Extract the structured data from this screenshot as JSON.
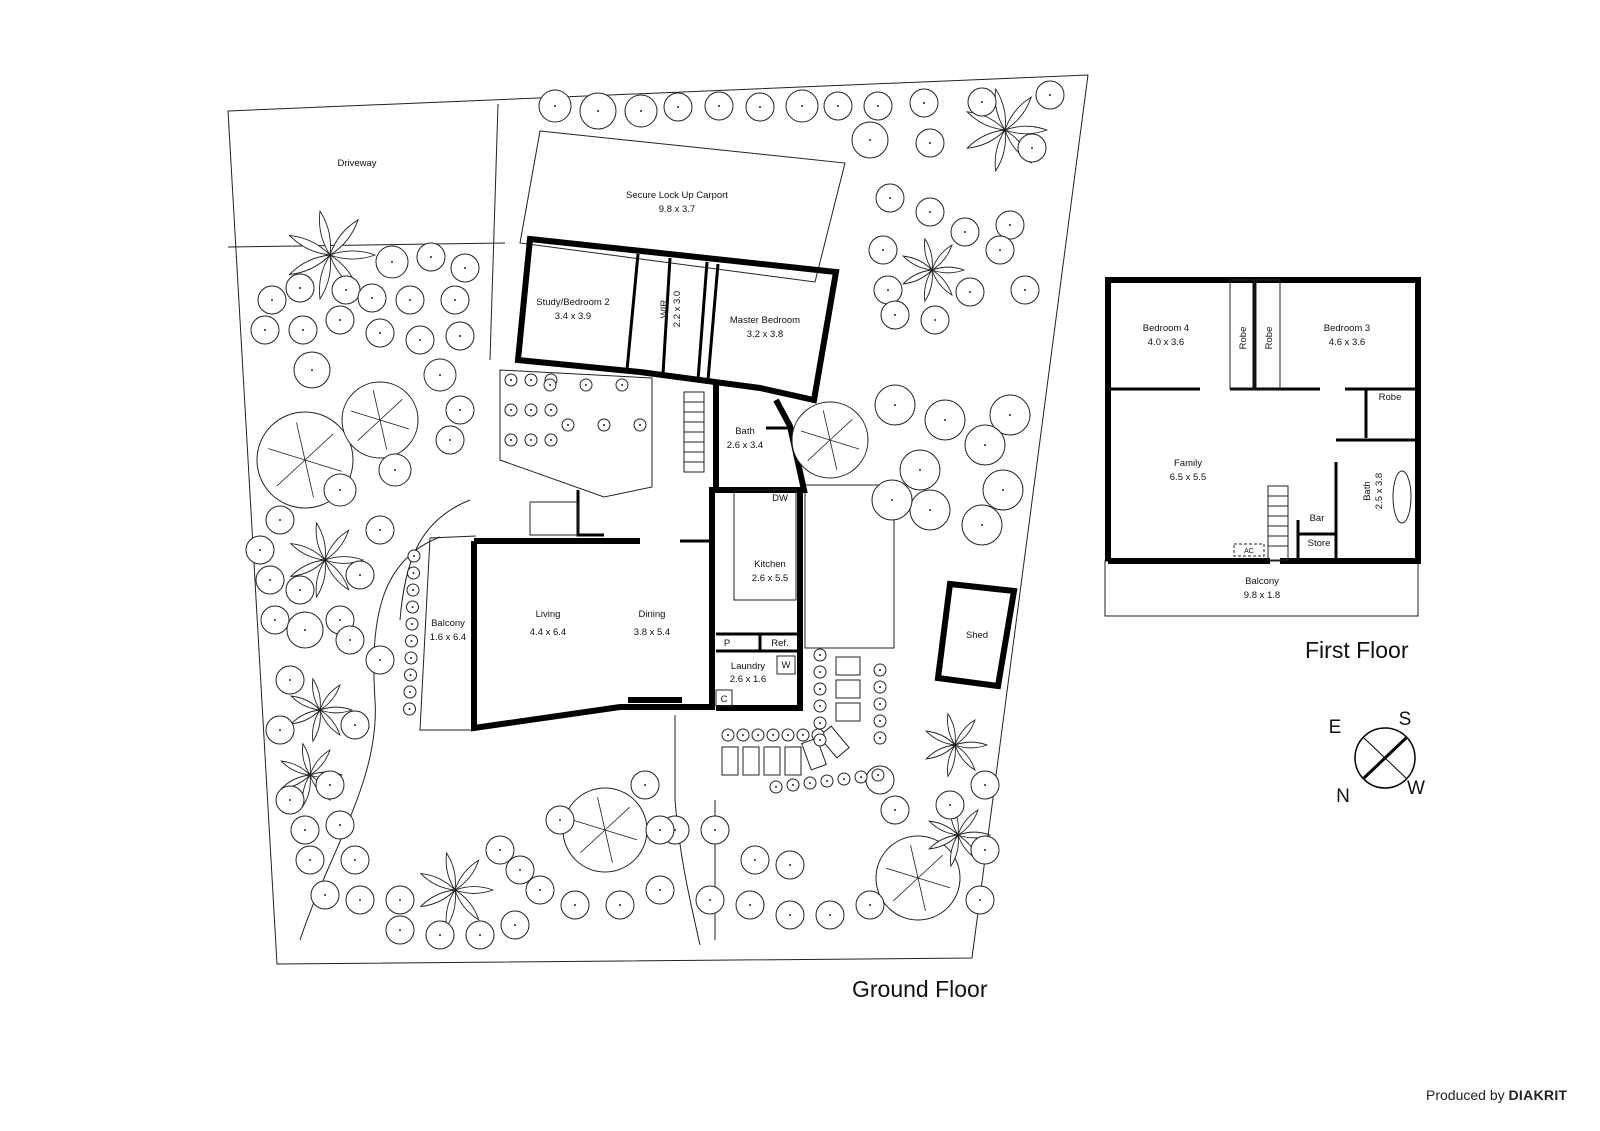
{
  "ground_floor": {
    "title": "Ground Floor",
    "rooms": {
      "driveway": "Driveway",
      "carport": {
        "name": "Secure Lock Up Carport",
        "dims": "9.8 x 3.7"
      },
      "study": {
        "name": "Study/Bedroom 2",
        "dims": "3.4 x 3.9"
      },
      "wir": {
        "name": "WIR",
        "dims": "2.2 x 3.0"
      },
      "master": {
        "name": "Master Bedroom",
        "dims": "3.2 x 3.8"
      },
      "bath": {
        "name": "Bath",
        "dims": "2.6 x 3.4"
      },
      "kitchen": {
        "name": "Kitchen",
        "dims": "2.6 x 5.5"
      },
      "dw": "DW",
      "living": {
        "name": "Living",
        "dims": "4.4 x 6.4"
      },
      "dining": {
        "name": "Dining",
        "dims": "3.8 x 5.4"
      },
      "balcony": {
        "name": "Balcony",
        "dims": "1.6 x 6.4"
      },
      "pantry": "P",
      "ref": "Ref.",
      "laundry": {
        "name": "Laundry",
        "dims": "2.6 x 1.6"
      },
      "washer": "W",
      "cupboard": "C",
      "shed": "Shed"
    }
  },
  "first_floor": {
    "title": "First Floor",
    "rooms": {
      "bed4": {
        "name": "Bedroom 4",
        "dims": "4.0 x 3.6"
      },
      "robe_left": "Robe",
      "robe_right": "Robe",
      "bed3": {
        "name": "Bedroom 3",
        "dims": "4.6 x 3.6"
      },
      "robe_small": "Robe",
      "family": {
        "name": "Family",
        "dims": "6.5 x 5.5"
      },
      "bath": {
        "name": "Bath",
        "dims": "2.5 x 3.8"
      },
      "bar": "Bar",
      "store": "Store",
      "ac": "AC",
      "balcony": {
        "name": "Balcony",
        "dims": "9.8 x 1.8"
      }
    }
  },
  "compass": {
    "e": "E",
    "s": "S",
    "n": "N",
    "w": "W"
  },
  "credit": {
    "prefix": "Produced by",
    "brand": "DIAKRIT"
  }
}
